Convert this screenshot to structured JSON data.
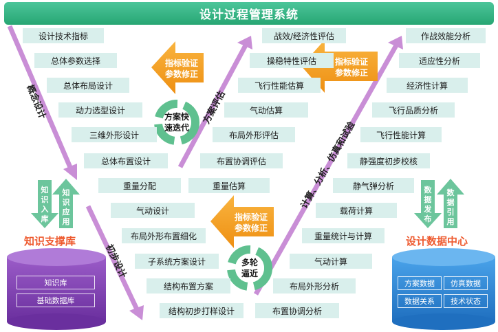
{
  "title": "设计过程管理系统",
  "left_column": [
    "设计技术指标",
    "总体参数选择",
    "总体布局设计",
    "动力选型设计",
    "三维外形设计",
    "总体布置设计",
    "重量分配",
    "气动设计",
    "布局外形布置细化",
    "子系统方案设计",
    "结构布置方案",
    "结构初步打样设计"
  ],
  "middle_column": [
    "战效/经济性评估",
    "操稳特性评估",
    "飞行性能估算",
    "气动估算",
    "布局外形评估",
    "布置协调评估",
    "重量估算",
    "载荷计算",
    "重量统计与计算",
    "气动计算",
    "布局外形分析",
    "布置协调分析"
  ],
  "right_column": [
    "作战效能分析",
    "适应性分析",
    "经济性计算",
    "飞行品质分析",
    "飞行性能计算",
    "静强度初步校核",
    "静气弹分析"
  ],
  "arrow_labels": {
    "concept": "概念设计",
    "scheme": "方案评估",
    "prelim": "初步设计",
    "compute": "计算、分析、仿真和试验"
  },
  "orange_arrows": [
    {
      "line1": "指标验证",
      "line2": "参数修正"
    },
    {
      "line1": "指标验证",
      "line2": "参数修正"
    },
    {
      "line1": "指标验证",
      "line2": "参数修正"
    }
  ],
  "cycles": [
    {
      "line1": "方案快",
      "line2": "速迭代"
    },
    {
      "line1": "多轮",
      "line2": "逼近"
    }
  ],
  "knowledge": {
    "title": "知识支撑库",
    "down_arrow": "知识入库",
    "up_arrow": "知识应用",
    "items": [
      "知识库",
      "基础数据库"
    ]
  },
  "data_center": {
    "title": "设计数据中心",
    "down_arrow": "数据发布",
    "up_arrow": "数据引用",
    "items": [
      "方案数据",
      "仿真数据",
      "数据关系",
      "技术状态"
    ]
  },
  "colors": {
    "title_bar": "#2fae7e",
    "box": "#d9efec",
    "purple_arrow": "#c98ed6",
    "orange_arrow": "#f5a623",
    "green_arrow": "#6cc59c",
    "cycle": "#5fc08f",
    "purple_db": "#7f3fb3",
    "blue_db": "#2f86d6",
    "accent_text": "#ee5a2f"
  }
}
